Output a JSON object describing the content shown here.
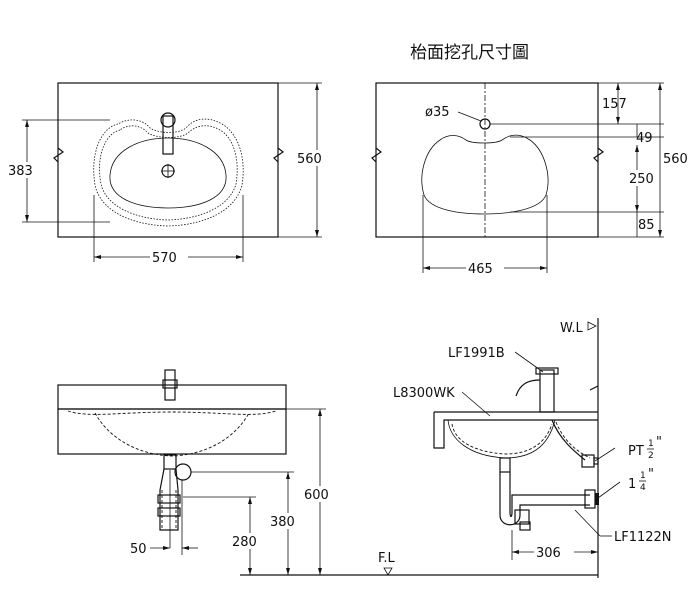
{
  "title": "枱面挖孔尺寸圖",
  "top_left": {
    "dim_height": "383",
    "dim_depth": "560",
    "dim_width": "570"
  },
  "top_right": {
    "dim_hole": "ø35",
    "dim_157": "157",
    "dim_49": "49",
    "dim_250": "250",
    "dim_85": "85",
    "dim_depth": "560",
    "dim_width": "465"
  },
  "front": {
    "dim_50": "50",
    "dim_280": "280",
    "dim_380": "380",
    "dim_600": "600"
  },
  "side": {
    "wall_level": "W.L",
    "floor_level": "F.L",
    "faucet_model": "LF1991B",
    "basin_model": "L8300WK",
    "pt_prefix": "PT",
    "pt_num": "1",
    "pt_den": "2",
    "pt_unit": "\"",
    "pipe_whole": "1",
    "pipe_num": "1",
    "pipe_den": "4",
    "pipe_unit": "\"",
    "trap_model": "LF1122N",
    "dim_306": "306"
  }
}
